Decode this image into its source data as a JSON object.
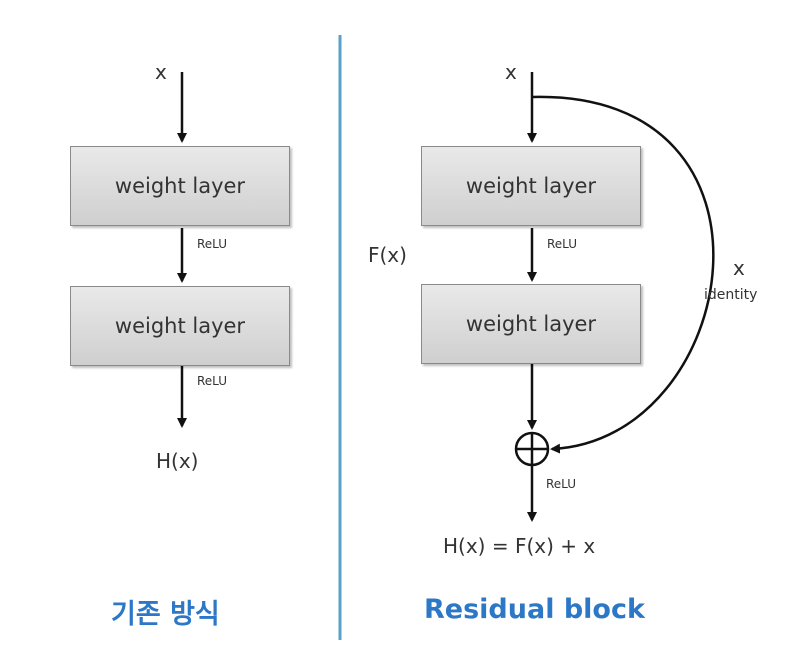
{
  "left": {
    "input_label": "x",
    "layer1": "weight layer",
    "relu1": "ReLU",
    "layer2": "weight layer",
    "relu2": "ReLU",
    "output_label": "H(x)",
    "caption": "기존 방식"
  },
  "right": {
    "input_label": "x",
    "layer1": "weight layer",
    "relu1": "ReLU",
    "layer2": "weight layer",
    "fx_label": "F(x)",
    "skip_x": "x",
    "skip_identity": "identity",
    "relu3": "ReLU",
    "output_label": "H(x) = F(x) + x",
    "caption": "Residual block"
  },
  "colors": {
    "caption": "#2d78c6",
    "divider": "#5aa0c8"
  }
}
